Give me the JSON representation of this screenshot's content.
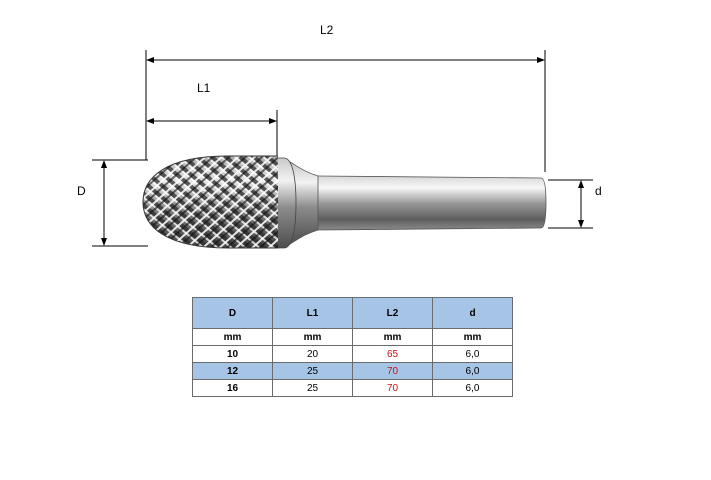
{
  "drawing": {
    "labels": {
      "L2": "L2",
      "L1": "L1",
      "D": "D",
      "d": "d"
    },
    "tool": "tree-shaped ball-nose carbide burr with cylindrical shank"
  },
  "table": {
    "headers": [
      "D",
      "L1",
      "L2",
      "d"
    ],
    "units": [
      "mm",
      "mm",
      "mm",
      "mm"
    ],
    "rows": [
      [
        "10",
        "20",
        "65",
        "6,0"
      ],
      [
        "12",
        "25",
        "70",
        "6,0"
      ],
      [
        "16",
        "25",
        "70",
        "6,0"
      ]
    ],
    "colors": {
      "header_bg": "#a6c4e6",
      "alt_row_bg": "#a6c4e6",
      "l2_text": "#cc1111"
    }
  }
}
